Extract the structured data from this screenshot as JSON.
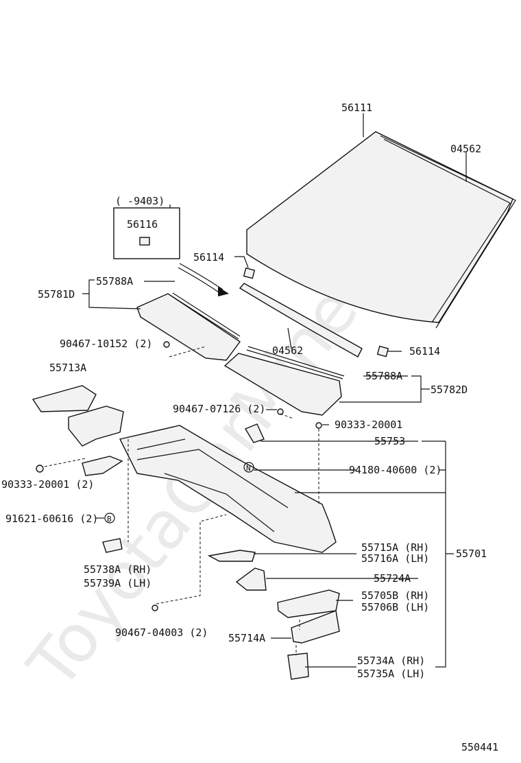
{
  "watermark": "ToyotaCarMine.ru",
  "diagram_id": "550441",
  "inset": {
    "range": "(   -9403)",
    "part": "56116"
  },
  "labels": {
    "p56111": "56111",
    "p04562_top": "04562",
    "p56114_left": "56114",
    "p56114_right": "56114",
    "p04562_mid": "04562",
    "p55788A_top": "55788A",
    "p55781D": "55781D",
    "p90467_10152": "90467-10152 (2)",
    "p55713A": "55713A",
    "p55788A_mid": "55788A",
    "p55782D": "55782D",
    "p90467_07126": "90467-07126 (2)",
    "p90333_20001_right": "90333-20001",
    "p55753": "55753",
    "p94180_40600": "94180-40600 (2)",
    "p90333_20001_left": "90333-20001 (2)",
    "p91621_60616": "91621-60616 (2)",
    "p55715A": "55715A (RH)",
    "p55716A": "55716A (LH)",
    "p55701": "55701",
    "p55738A": "55738A (RH)",
    "p55739A": "55739A (LH)",
    "p55724A": "55724A",
    "p55705B": "55705B (RH)",
    "p55706B": "55706B (LH)",
    "p90467_04003": "90467-04003 (2)",
    "p55714A": "55714A",
    "p55734A": "55734A (RH)",
    "p55735A": "55735A (LH)"
  },
  "symbols": {
    "n_marker": "N",
    "b_marker": "B"
  }
}
